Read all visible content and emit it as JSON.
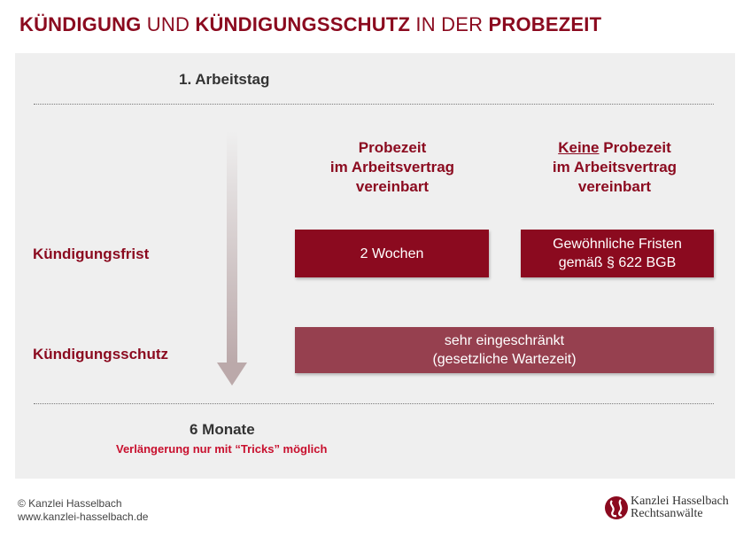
{
  "title": {
    "part1": "KÜNDIGUNG",
    "part2": " UND ",
    "part3": "KÜNDIGUNGSSCHUTZ",
    "part4": " IN DER ",
    "part5": "PROBEZEIT"
  },
  "timeline": {
    "start_label": "1. Arbeitstag",
    "end_label": "6 Monate",
    "end_note": "Verlängerung nur mit “Tricks” möglich"
  },
  "columns": {
    "col1": {
      "line1": "Probezeit",
      "line2": "im Arbeitsvertrag",
      "line3": "vereinbart"
    },
    "col2": {
      "keyword": "Keine",
      "line1_rest": " Probezeit",
      "line2": "im Arbeitsvertrag",
      "line3": "vereinbart"
    }
  },
  "rows": {
    "frist": {
      "label": "Kündigungsfrist",
      "col1": "2 Wochen",
      "col2_line1": "Gewöhnliche Fristen",
      "col2_line2": "gemäß § 622 BGB"
    },
    "schutz": {
      "label": "Kündigungsschutz",
      "value_line1": "sehr eingeschränkt",
      "value_line2": "(gesetzliche Wartezeit)"
    }
  },
  "footer": {
    "copyright": "© Kanzlei Hasselbach",
    "url": "www.kanzlei-hasselbach.de"
  },
  "logo": {
    "line1": "Kanzlei Hasselbach",
    "line2": "Rechtsanwälte",
    "icon": "kanzlei-logo-icon"
  },
  "colors": {
    "brand": "#8b0a1f",
    "box_light": "#96404f",
    "panel": "#efefef",
    "note": "#c8102e"
  }
}
